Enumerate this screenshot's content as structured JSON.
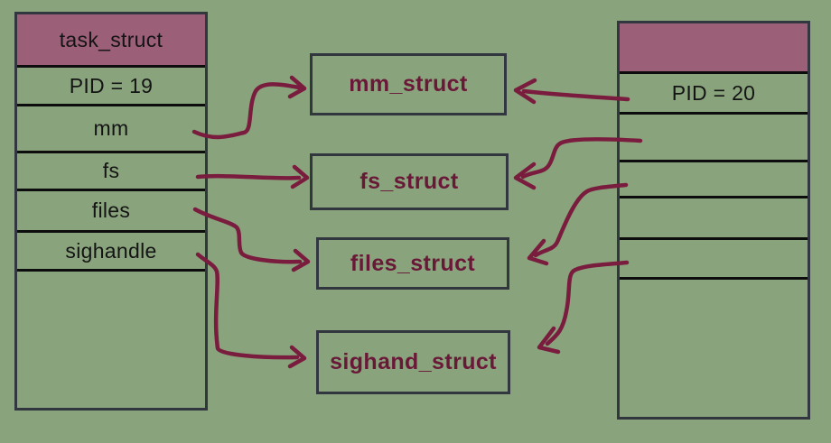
{
  "colors": {
    "background": "#89a47c",
    "header_fill": "#9b5f77",
    "table_border": "#31363f",
    "row_line": "#0d0d0d",
    "box_border": "#31363f",
    "struct_text": "#6a1838",
    "label_text": "#141414",
    "arrow": "#7a1c3e"
  },
  "left_table": {
    "title": "task_struct",
    "rows": [
      "PID = 19",
      "mm",
      "fs",
      "files",
      "sighandle"
    ]
  },
  "right_table": {
    "title": "",
    "rows": [
      "PID = 20",
      "",
      "",
      "",
      ""
    ]
  },
  "shared_structs": [
    {
      "label": "mm_struct"
    },
    {
      "label": "fs_struct"
    },
    {
      "label": "files_struct"
    },
    {
      "label": "sighand_struct"
    }
  ],
  "arrows": [
    {
      "from": "task_struct PID 19 / mm",
      "to": "mm_struct"
    },
    {
      "from": "task_struct PID 19 / fs",
      "to": "fs_struct"
    },
    {
      "from": "task_struct PID 19 / files",
      "to": "files_struct"
    },
    {
      "from": "task_struct PID 19 / sighandle",
      "to": "sighand_struct"
    },
    {
      "from": "task_struct PID 20 / row 1",
      "to": "mm_struct"
    },
    {
      "from": "task_struct PID 20 / row 2",
      "to": "fs_struct"
    },
    {
      "from": "task_struct PID 20 / row 3",
      "to": "files_struct"
    },
    {
      "from": "task_struct PID 20 / row 4",
      "to": "sighand_struct"
    }
  ]
}
